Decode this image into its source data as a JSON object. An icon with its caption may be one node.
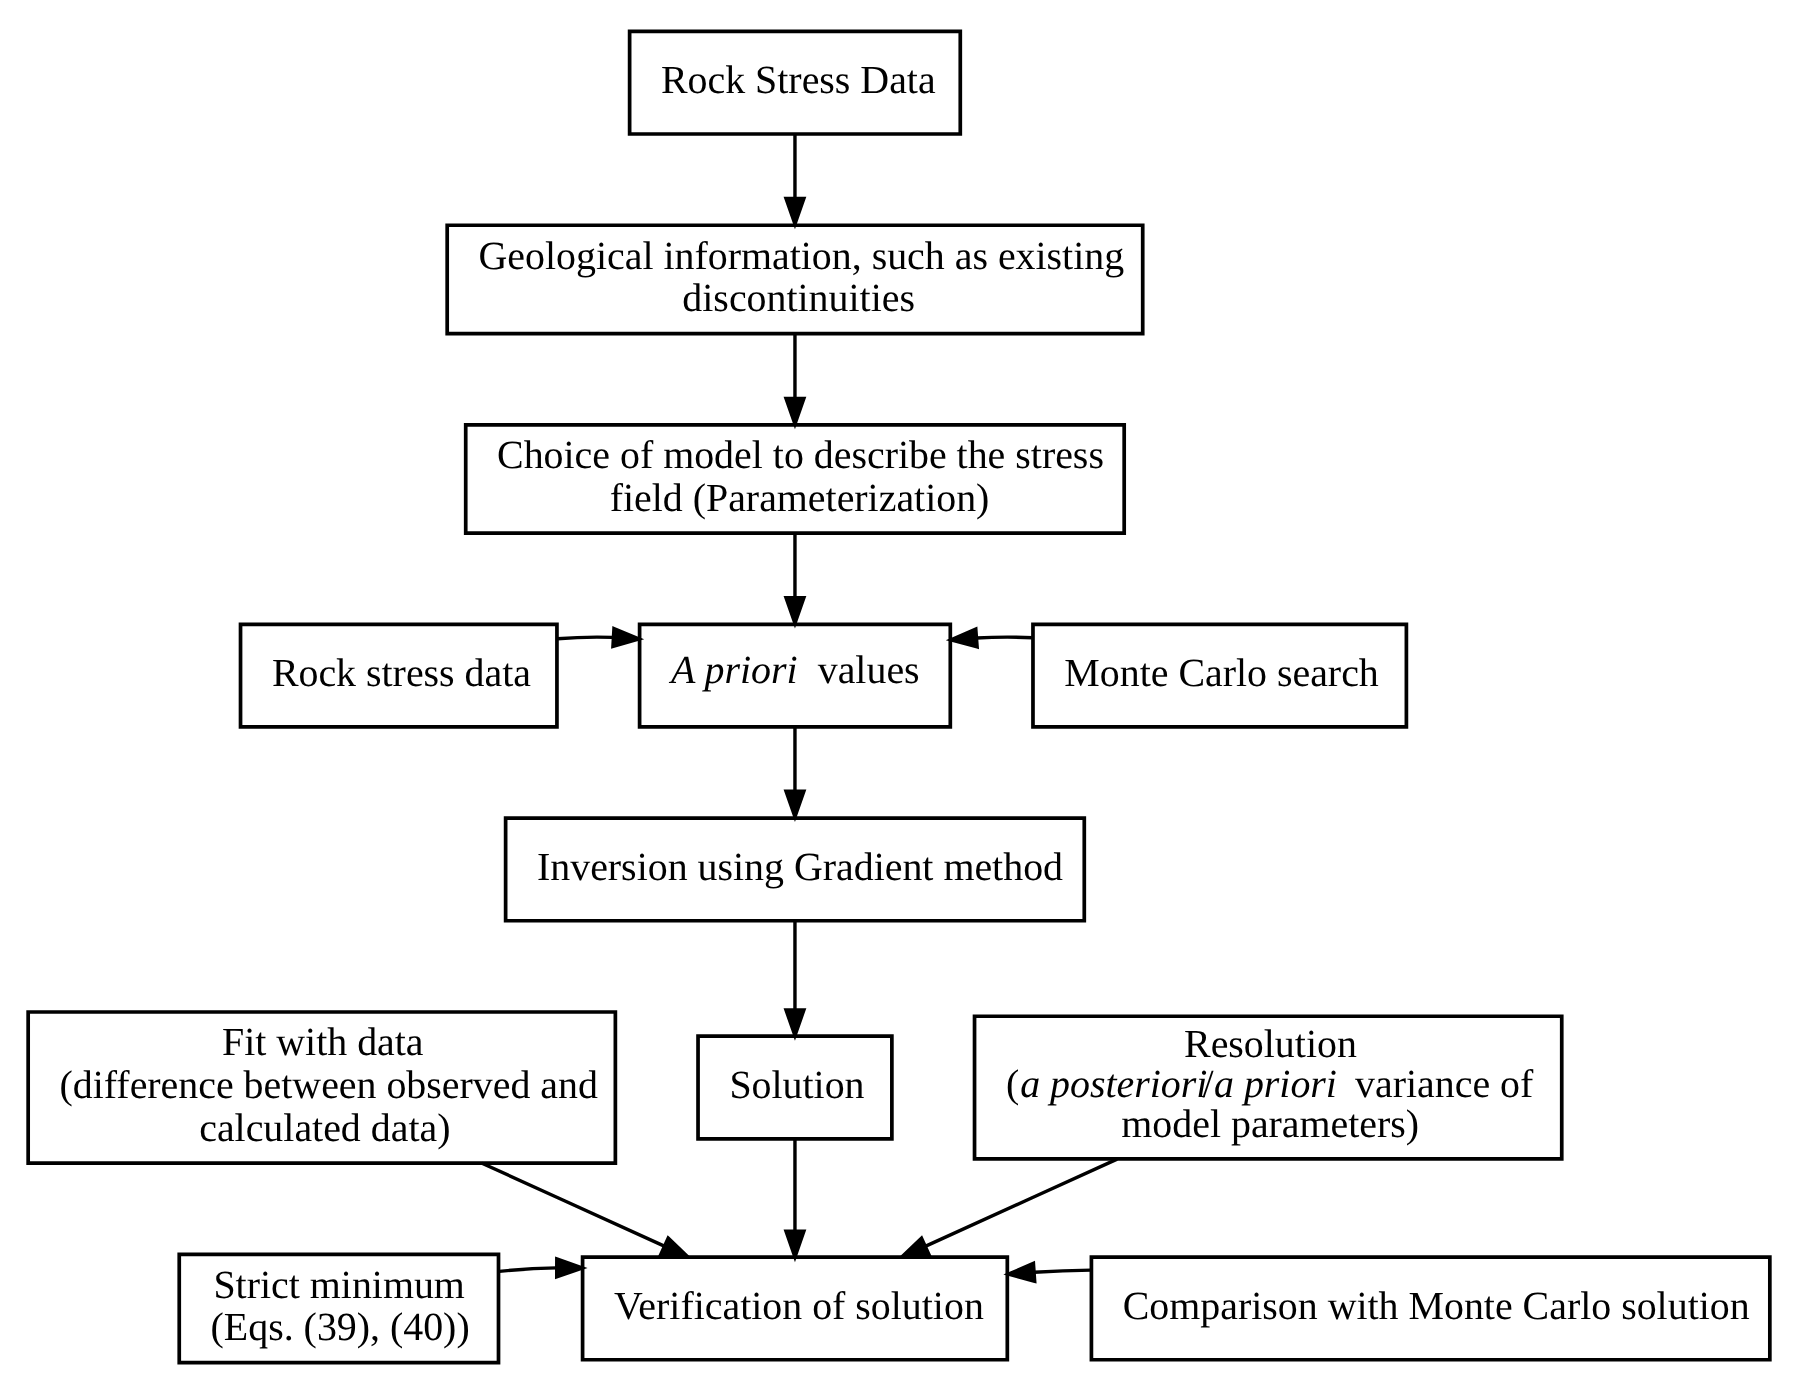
{
  "diagram": {
    "nodes": [
      {
        "text": [
          "Rock Stress Data"
        ]
      },
      {
        "text": [
          "Geological information, such as existing discontinuities"
        ]
      },
      {
        "text": [
          "Choice of model to describe the stress field (Parameterization)"
        ]
      },
      {
        "text": [
          "Rock stress data"
        ]
      },
      {
        "text": [
          "*A priori* values"
        ]
      },
      {
        "text": [
          "Monte Carlo search"
        ]
      },
      {
        "text": [
          "Inversion using Gradient method"
        ]
      },
      {
        "text": [
          "Fit with data",
          "(difference between observed and calculated data)"
        ]
      },
      {
        "text": [
          "Solution"
        ]
      },
      {
        "text": [
          "Resolution",
          "(*a posteriori*/*a priori* variance of model parameters)"
        ]
      },
      {
        "text": [
          "Verification of solution"
        ]
      },
      {
        "text": [
          "Strict minimum",
          "(Eqs. (39), (40))"
        ]
      },
      {
        "text": [
          "Comparison with Monte Carlo solution"
        ]
      }
    ],
    "edges": [
      {
        "from": 0,
        "to": 1,
        "arrow": "to"
      },
      {
        "from": 1,
        "to": 2,
        "arrow": "to"
      },
      {
        "from": 2,
        "to": 4,
        "arrow": "to"
      },
      {
        "from": 3,
        "to": 4,
        "arrow": "to"
      },
      {
        "from": 5,
        "to": 4,
        "arrow": "to"
      },
      {
        "from": 4,
        "to": 6,
        "arrow": "to"
      },
      {
        "from": 6,
        "to": 8,
        "arrow": "to"
      },
      {
        "from": 8,
        "to": 10,
        "arrow": "to"
      },
      {
        "from": 7,
        "to": 10,
        "arrow": "to"
      },
      {
        "from": 9,
        "to": 10,
        "arrow": "to"
      },
      {
        "from": 11,
        "to": 10,
        "arrow": "to"
      },
      {
        "from": 12,
        "to": 10,
        "arrow": "to"
      }
    ]
  }
}
